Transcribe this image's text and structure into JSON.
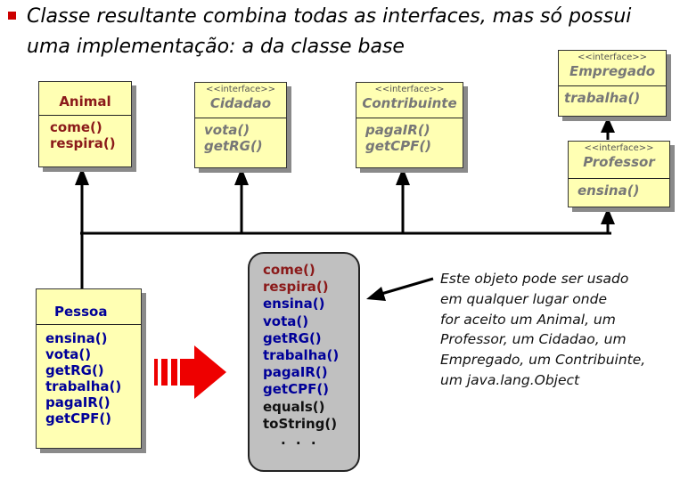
{
  "heading": {
    "line1": "Classe resultante combina todas as interfaces, mas só possui",
    "line2": "uma implementação: a da classe base"
  },
  "classes": {
    "animal": {
      "name": "Animal",
      "methods": [
        "come()",
        "respira()"
      ]
    },
    "cidadao": {
      "stereotype": "<<interface>>",
      "name": "Cidadao",
      "methods": [
        "vota()",
        "getRG()"
      ]
    },
    "contribuinte": {
      "stereotype": "<<interface>>",
      "name": "Contribuinte",
      "methods": [
        "pagaIR()",
        "getCPF()"
      ]
    },
    "empregado": {
      "stereotype": "<<interface>>",
      "name": "Empregado",
      "methods": [
        "trabalha()"
      ]
    },
    "professor": {
      "stereotype": "<<interface>>",
      "name": "Professor",
      "methods": [
        "ensina()"
      ]
    },
    "pessoa": {
      "name": "Pessoa",
      "methods": [
        "ensina()",
        "vota()",
        "getRG()",
        "trabalha()",
        "pagaIR()",
        "getCPF()"
      ]
    }
  },
  "object": {
    "methods": [
      "come()",
      "respira()",
      "ensina()",
      "vota()",
      "getRG()",
      "trabalha()",
      "pagaIR()",
      "getCPF()",
      "equals()",
      "toString()"
    ],
    "ellipsis": ". . ."
  },
  "note": {
    "lines": [
      "Este objeto pode ser usado",
      "em qualquer lugar onde",
      "for aceito um Animal, um",
      "Professor, um Cidadao, um",
      "Empregado, um Contribuinte,",
      "um java.lang.Object"
    ]
  },
  "colors": {
    "box_fill": "#ffffb3",
    "object_fill": "#c0c0c0",
    "arrow_red": "#ee0000",
    "inherited_method": "#8b1a1a",
    "interface_method": "#000099",
    "bullet": "#cc0000"
  }
}
